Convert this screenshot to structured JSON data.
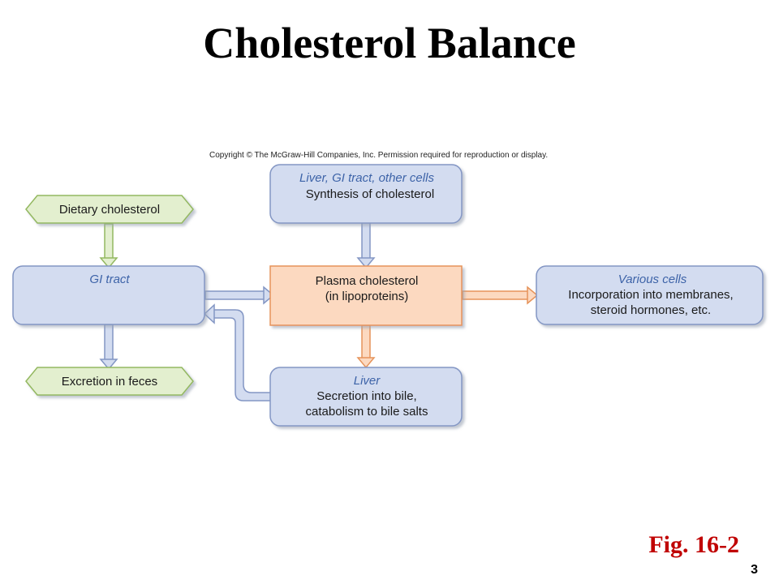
{
  "title": "Cholesterol Balance",
  "copyright": "Copyright © The McGraw-Hill Companies, Inc. Permission required for reproduction or display.",
  "nodes": {
    "dietary": {
      "label": "Dietary cholesterol"
    },
    "gi_tract": {
      "heading": "GI tract"
    },
    "excretion": {
      "label": "Excretion in feces"
    },
    "synthesis": {
      "heading": "Liver, GI tract, other cells",
      "line1": "Synthesis of cholesterol"
    },
    "plasma": {
      "line1": "Plasma cholesterol",
      "line2": "(in lipoproteins)"
    },
    "liver": {
      "heading": "Liver",
      "line1": "Secretion into bile,",
      "line2": "catabolism to bile salts"
    },
    "various": {
      "heading": "Various cells",
      "line1": "Incorporation into membranes,",
      "line2": "steroid hormones, etc."
    }
  },
  "figure_label": "Fig. 16-2",
  "page_number": "3",
  "colors": {
    "blue_box": "#d3dcf0",
    "blue_stroke": "#8396c4",
    "green_box": "#e3efcf",
    "green_stroke": "#93b860",
    "orange_box": "#fcd9c0",
    "orange_stroke": "#e6935a",
    "fig_label": "#c00000"
  }
}
